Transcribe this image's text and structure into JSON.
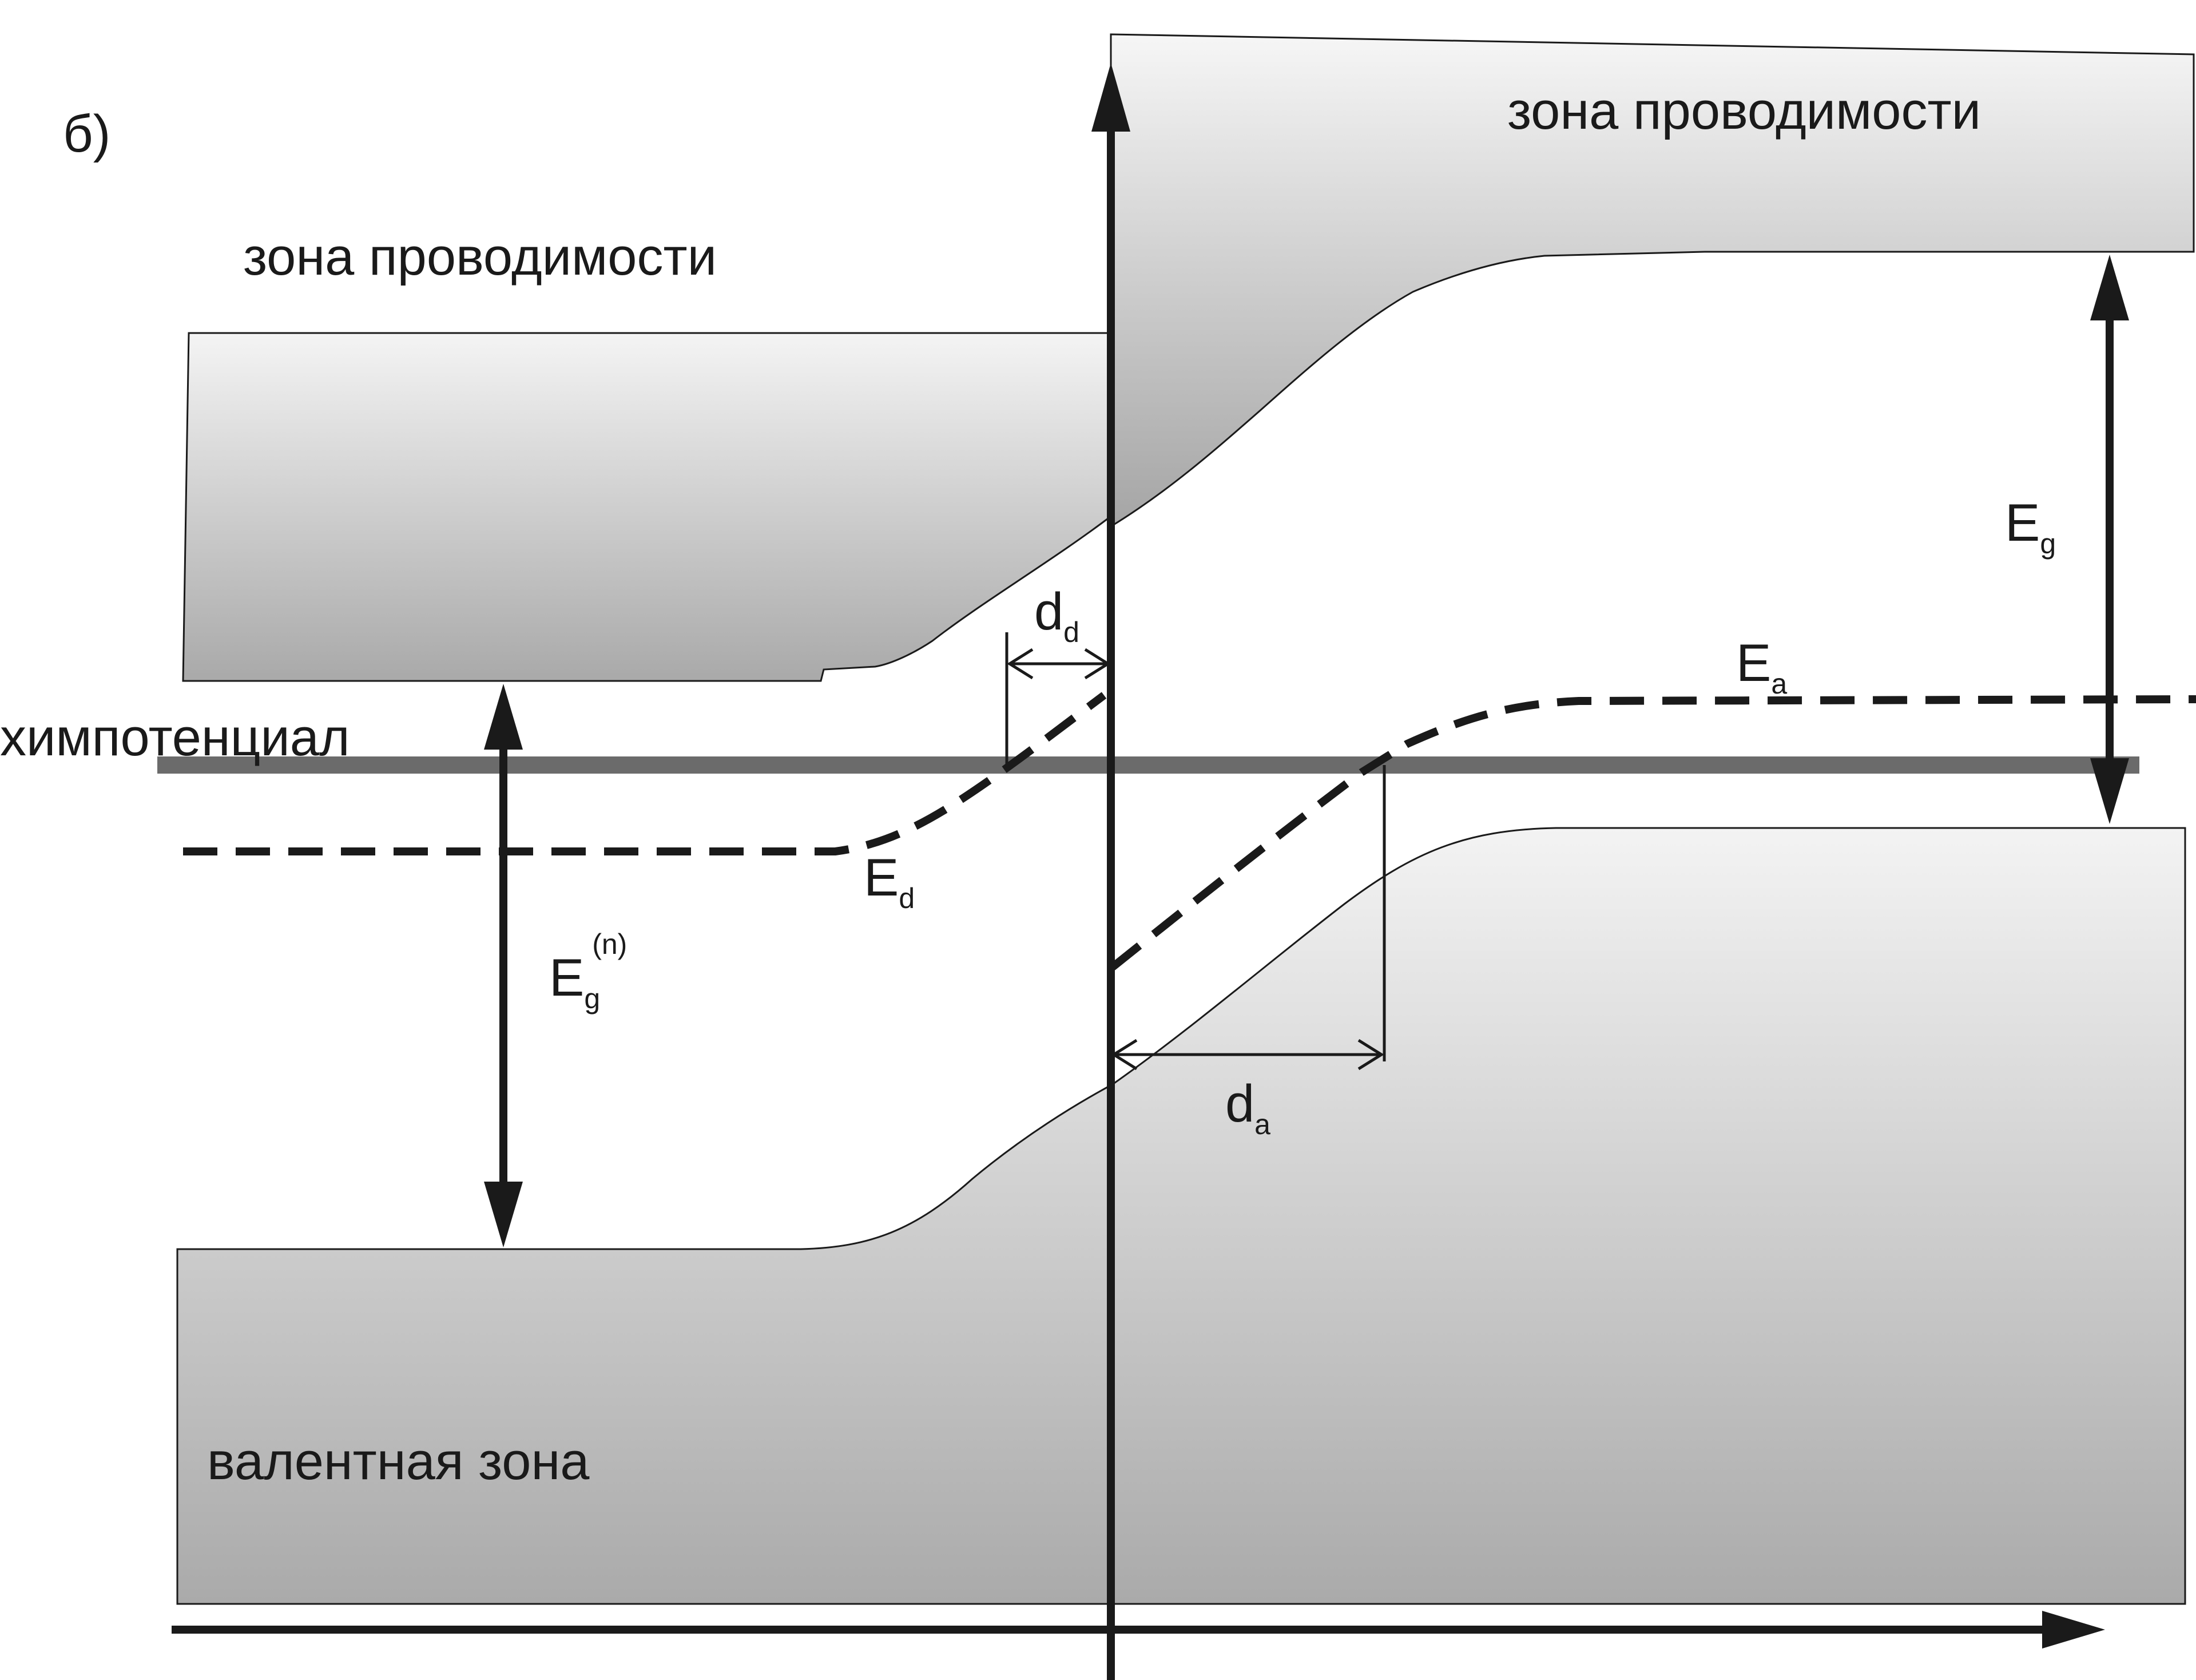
{
  "panel_label": "б)",
  "regions": {
    "conduction_left": "зона проводимости",
    "conduction_right": "зона проводимости",
    "valence": "валентная зона"
  },
  "levels": {
    "chemical_potential": "химпотенциал",
    "donor": {
      "main": "E",
      "sub": "d"
    },
    "acceptor": {
      "main": "E",
      "sub": "a"
    }
  },
  "gaps": {
    "right": {
      "main": "E",
      "sub": "g"
    },
    "left": {
      "main": "E",
      "sub": "g",
      "sup": "(n)"
    }
  },
  "distances": {
    "donor_width": {
      "main": "d",
      "sub": "d"
    },
    "acceptor_width": {
      "main": "d",
      "sub": "a"
    }
  },
  "colors": {
    "band_top": "#f2f2f2",
    "band_bottom": "#a9a9a9",
    "chem_line": "#6b6b6b",
    "ink": "#1a1a1a"
  }
}
